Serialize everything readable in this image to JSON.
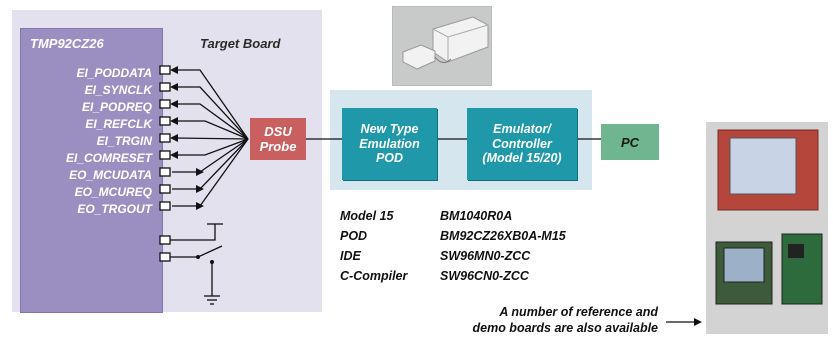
{
  "target_board": {
    "mcu_title": "TMP92CZ26",
    "board_title": "Target Board",
    "signals": [
      "EI_PODDATA",
      "EI_SYNCLK",
      "EI_PODREQ",
      "EI_REFCLK",
      "EI_TRGIN",
      "EI_COMRESET",
      "EO_MCUDATA",
      "EO_MCUREQ",
      "EO_TRGOUT"
    ]
  },
  "probe": {
    "line1": "DSU",
    "line2": "Probe"
  },
  "emulation_pod": {
    "line1": "New Type",
    "line2": "Emulation",
    "line3": "POD"
  },
  "emulator": {
    "line1": "Emulator/",
    "line2": "Controller",
    "line3": "(Model 15/20)"
  },
  "pc": {
    "label": "PC"
  },
  "models": [
    {
      "label": "Model 15",
      "value": "BM1040R0A"
    },
    {
      "label": "POD",
      "value": "BM92CZ26XB0A-M15"
    },
    {
      "label": "IDE",
      "value": "SW96MN0-ZCC"
    },
    {
      "label": "C-Compiler",
      "value": "SW96CN0-ZCC"
    }
  ],
  "note": {
    "line1": "A number of reference and",
    "line2": "demo boards are also available"
  },
  "colors": {
    "mcu": "#9b8fc2",
    "probe": "#c9605f",
    "pod": "#1f98aa",
    "pc": "#6fb58f",
    "panel": "#d5e6ef"
  }
}
